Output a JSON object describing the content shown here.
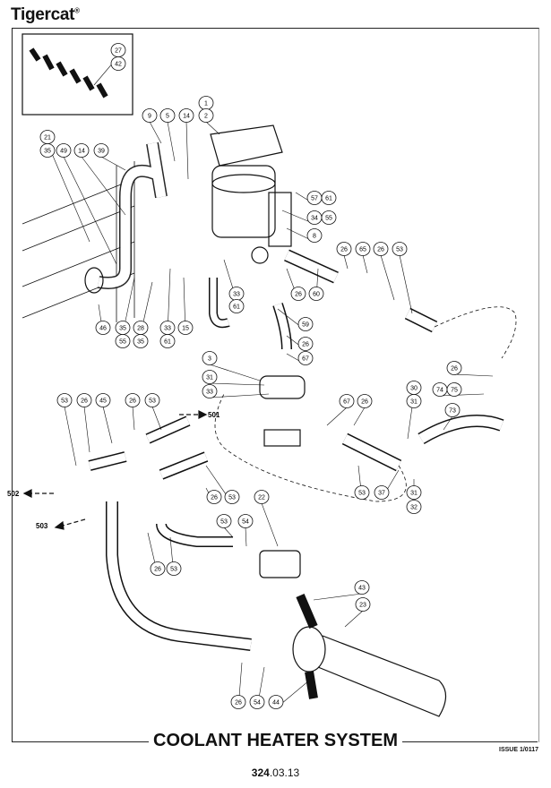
{
  "header": {
    "brand": "Tigercat",
    "registered": "®"
  },
  "footer": {
    "title": "COOLANT HEATER SYSTEM",
    "issue": "ISSUE 1/0117",
    "page_bold": "324",
    "page_rest": ".03.13"
  },
  "callouts": [
    "27",
    "42",
    "1",
    "2",
    "9",
    "5",
    "14",
    "21",
    "35",
    "49",
    "14",
    "39",
    "57",
    "61",
    "34",
    "55",
    "8",
    "26",
    "65",
    "26",
    "53",
    "33",
    "61",
    "26",
    "60",
    "46",
    "35",
    "28",
    "33",
    "15",
    "55",
    "35",
    "61",
    "59",
    "26",
    "67",
    "3",
    "31",
    "33",
    "26",
    "74",
    "75",
    "73",
    "30",
    "31",
    "67",
    "26",
    "53",
    "26",
    "45",
    "26",
    "53",
    "53",
    "37",
    "31",
    "32",
    "26",
    "53",
    "22",
    "54",
    "53",
    "26",
    "53",
    "43",
    "23",
    "26",
    "54",
    "44"
  ],
  "flow_labels": [
    "501",
    "502",
    "503"
  ]
}
